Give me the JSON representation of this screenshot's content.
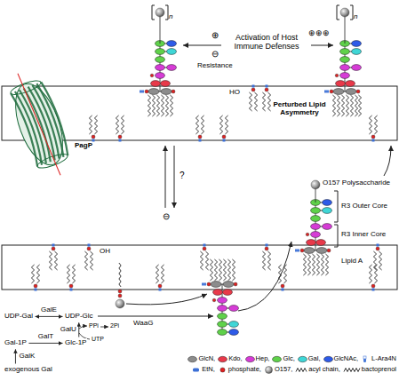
{
  "diagram": {
    "nodes": [
      {
        "text": [
          "UDP-Gal"
        ]
      },
      {
        "text": [
          "UDP-Glc"
        ]
      },
      {
        "text": [
          "Gal-1P"
        ]
      },
      {
        "text": [
          "Glc-1P"
        ]
      },
      {
        "text": [
          "exogenous Gal"
        ]
      }
    ],
    "edges": [
      {
        "from": 0,
        "to": 1,
        "label": "GalE",
        "arrow": "both"
      },
      {
        "from": 3,
        "to": 1,
        "label": "GalU",
        "arrow": "to"
      },
      {
        "from": 2,
        "to": 3,
        "label": "GalT",
        "arrow": "to"
      },
      {
        "from": 4,
        "to": 2,
        "label": "GalK",
        "arrow": "to"
      }
    ],
    "labels": [
      "n",
      "⊕",
      "⊕⊕⊕",
      "Activation of Host Immune Defenses",
      "⊖",
      "Resistance",
      "n",
      "HO",
      "Perturbed Lipid Asymmetry",
      "PagP",
      "?",
      "O157 Polysaccharide",
      "R3 Outer Core",
      "⊖",
      "R3 Inner Core",
      "OH",
      "Lipid A",
      "WaaG",
      "PPi",
      "2Pi",
      "UTP"
    ],
    "legend": [
      {
        "text": "GlcN,",
        "color": "#8c8c8c"
      },
      {
        "text": "Kdo,",
        "color": "#e8394a"
      },
      {
        "text": "Hep,",
        "color": "#d63cd6"
      },
      {
        "text": "Glc,",
        "color": "#5fd14a"
      },
      {
        "text": "Gal,",
        "color": "#3fd6d6"
      },
      {
        "text": "GlcNAc,",
        "color": "#2e5be8"
      },
      {
        "text": "L-Ara4N"
      },
      {
        "text": "EtN,"
      },
      {
        "text": "phosphate,",
        "color": "#e02020"
      },
      {
        "text": "O157,"
      },
      {
        "text": "acyl chain,"
      },
      {
        "text": "bactoprenol"
      }
    ]
  }
}
